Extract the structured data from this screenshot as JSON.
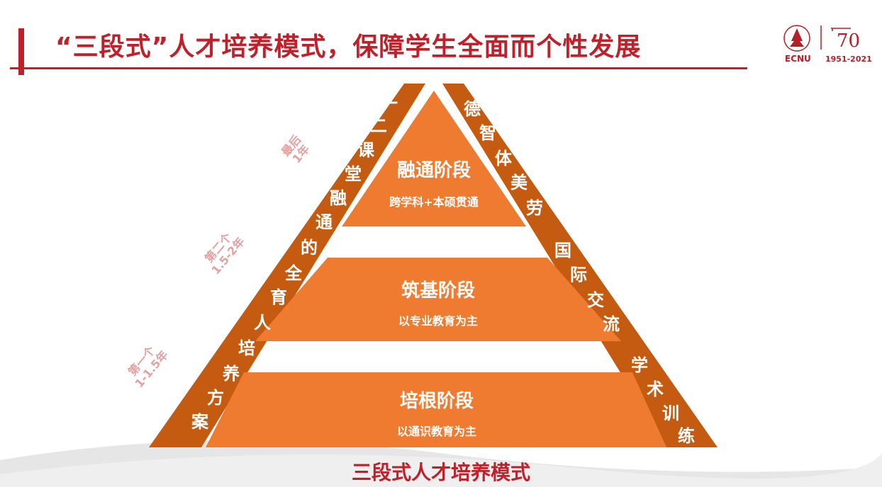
{
  "header": {
    "title": "“三段式”人才培养模式，保障学生全面而个性发展",
    "logo_abbr": "ECNU",
    "logo_years": "1951-2021",
    "anniversary_number": "70"
  },
  "pyramid": {
    "stages": [
      {
        "title": "融通阶段",
        "subtitle": "跨学科+本硕贯通"
      },
      {
        "title": "筑基阶段",
        "subtitle": "以专业教育为主"
      },
      {
        "title": "培根阶段",
        "subtitle": "以通识教育为主"
      }
    ],
    "left_band_chars": [
      "一",
      "二",
      "课",
      "堂",
      "融",
      "通",
      "的",
      "全",
      "育",
      "人",
      "培",
      "养",
      "方",
      "案"
    ],
    "right_band_chars": [
      "德",
      "智",
      "体",
      "美",
      "劳",
      "国",
      "际",
      "交",
      "流",
      "学",
      "术",
      "训",
      "练"
    ],
    "time_labels": [
      {
        "line1": "最后",
        "line2": "1年"
      },
      {
        "line1": "第二个",
        "line2": "1.5-2年"
      },
      {
        "line1": "第一个",
        "line2": "1-1.5年"
      }
    ],
    "caption": "三段式人才培养模式"
  },
  "colors": {
    "title_red": "#c0202a",
    "stage_orange": "#ee7b30",
    "band_brown": "#c55a11",
    "time_label_pink": "#e4a0a0"
  }
}
